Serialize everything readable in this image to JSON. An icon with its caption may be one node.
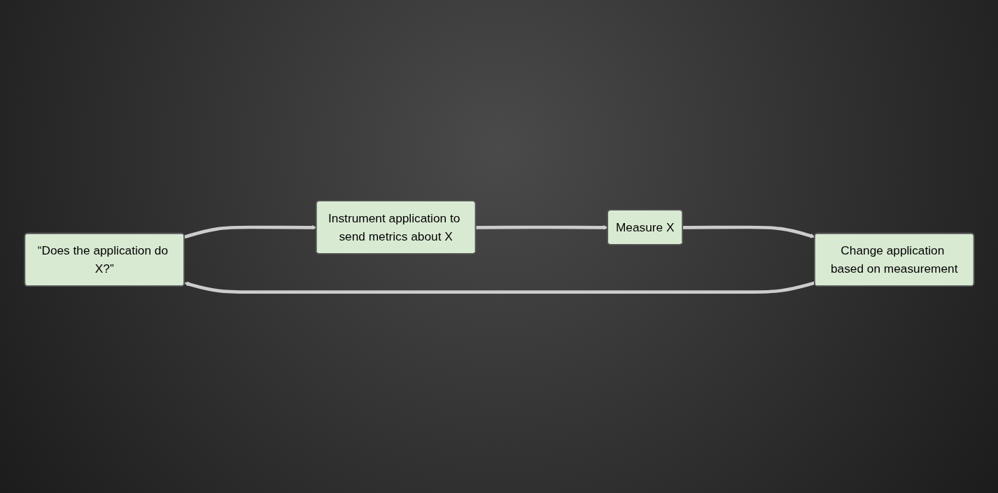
{
  "diagram": {
    "nodes": [
      {
        "text": [
          "“Does the application do X?”"
        ]
      },
      {
        "text": [
          "Instrument application to send metrics about X"
        ]
      },
      {
        "text": [
          "Measure X"
        ]
      },
      {
        "text": [
          "Change application based on measurement"
        ]
      }
    ],
    "edges": [
      {
        "from": 0,
        "to": 1,
        "arrow": "to"
      },
      {
        "from": 1,
        "to": 2,
        "arrow": "to"
      },
      {
        "from": 2,
        "to": 3,
        "arrow": "to"
      },
      {
        "from": 3,
        "to": 0,
        "arrow": "to"
      }
    ]
  }
}
